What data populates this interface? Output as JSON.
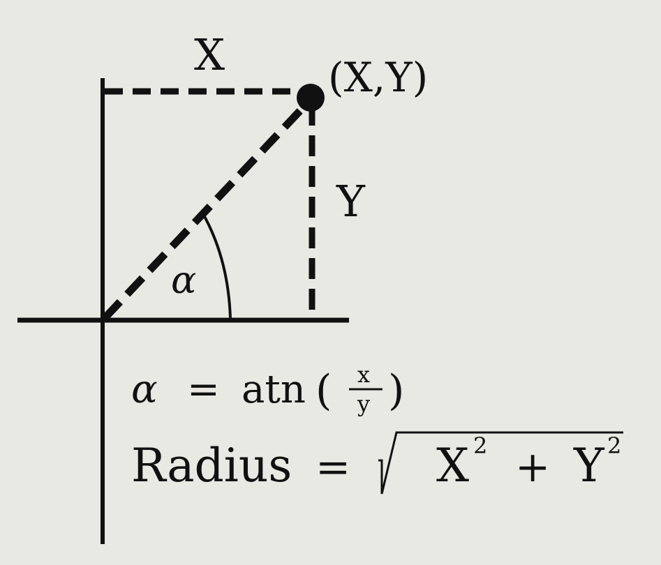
{
  "labels": {
    "x_axis_label": "X",
    "point_label": "(X,Y)",
    "y_axis_label": "Y",
    "angle_label": "α"
  },
  "formulas": {
    "angle": {
      "lhs": "α",
      "eq": "=",
      "func": "atn",
      "open": "(",
      "numerator": "x",
      "denominator": "y",
      "close": ")"
    },
    "radius": {
      "lhs": "Radius",
      "eq": "=",
      "x_term": "X",
      "x_exp": "2",
      "plus": "+",
      "y_term": "Y",
      "y_exp": "2"
    }
  },
  "colors": {
    "ink": "#111111",
    "paper": "#e9e9e3"
  }
}
